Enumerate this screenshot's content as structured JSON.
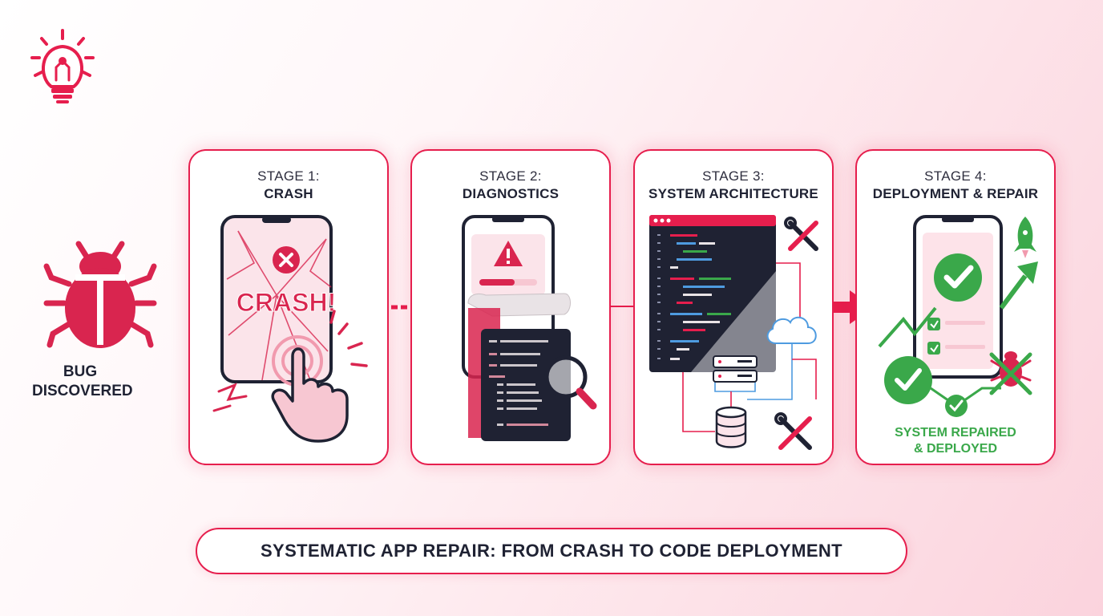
{
  "bug": {
    "line1": "BUG",
    "line2": "DISCOVERED"
  },
  "stages": [
    {
      "number": "STAGE 1:",
      "name": "CRASH",
      "overlay": "CRASH!"
    },
    {
      "number": "STAGE 2:",
      "name": "DIAGNOSTICS"
    },
    {
      "number": "STAGE 3:",
      "name": "SYSTEM ARCHITECTURE"
    },
    {
      "number": "STAGE 4:",
      "name": "DEPLOYMENT & REPAIR",
      "status_line1": "SYSTEM REPAIRED",
      "status_line2": "& DEPLOYED"
    }
  ],
  "footer": {
    "title": "SYSTEMATIC APP REPAIR: FROM CRASH TO CODE DEPLOYMENT"
  },
  "colors": {
    "accent": "#e61e4d",
    "success": "#3aa84a",
    "dark": "#1f2233"
  },
  "icons": [
    "lightbulb-icon",
    "bug-icon",
    "crash-phone-icon",
    "magnifier-icon",
    "wrench-screwdriver-icon",
    "cloud-icon",
    "server-icon",
    "database-icon",
    "rocket-icon",
    "checkmark-icon"
  ]
}
